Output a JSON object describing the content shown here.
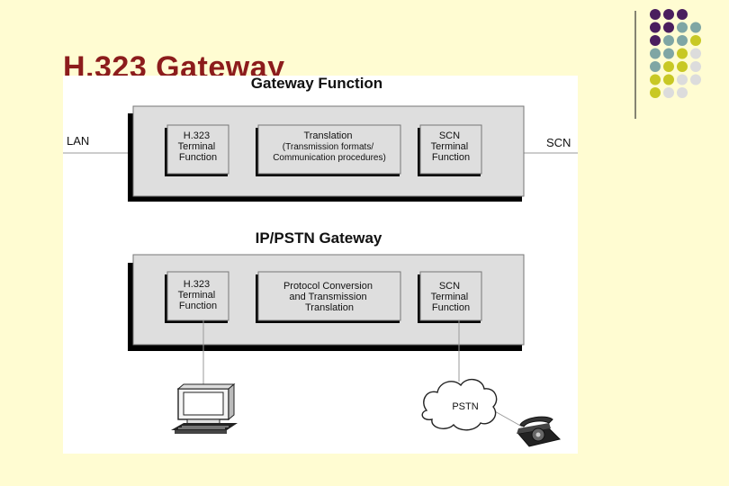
{
  "slide": {
    "title": "H.323 Gateway"
  },
  "diagram": {
    "gateway_function": {
      "title": "Gateway Function",
      "left_label": "LAN",
      "right_label": "SCN",
      "boxes": [
        {
          "lines": [
            "H.323",
            "Terminal",
            "Function"
          ]
        },
        {
          "lines": [
            "Translation",
            "(Transmission formats/",
            "Communication procedures)"
          ]
        },
        {
          "lines": [
            "SCN",
            "Terminal",
            "Function"
          ]
        }
      ]
    },
    "ip_pstn_gateway": {
      "title": "IP/PSTN Gateway",
      "boxes": [
        {
          "lines": [
            "H.323",
            "Terminal",
            "Function"
          ]
        },
        {
          "lines": [
            "Protocol Conversion",
            "and Transmission",
            "Translation"
          ]
        },
        {
          "lines": [
            "SCN",
            "Terminal",
            "Function"
          ]
        }
      ],
      "pstn_label": "PSTN"
    },
    "icons": [
      "computer-terminal-icon",
      "pstn-cloud-icon",
      "telephone-icon"
    ]
  },
  "decoration": {
    "dot_colors": {
      "purple": "#4a1e5e",
      "teal": "#7fa6a4",
      "olive": "#c8c824",
      "grey": "#dcdcdc"
    }
  }
}
